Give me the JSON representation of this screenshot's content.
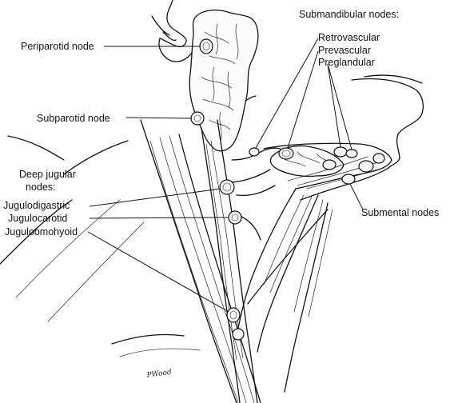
{
  "labels": {
    "submandibular_heading": "Submandibular nodes:",
    "periparotid": "Periparotid node",
    "retrovascular": "Retrovascular",
    "prevascular": "Prevascular",
    "preglandular": "Preglandular",
    "subparotid": "Subparotid node",
    "deep_jugular_line1": "Deep jugular",
    "deep_jugular_line2": "nodes:",
    "jugulodigastric": "Jugulodigastric",
    "jugulocarotid": "Jugulocarotid",
    "juguloomohyoid": "Juguloomohyoid",
    "submental": "Submental nodes"
  },
  "signature": "PWood"
}
